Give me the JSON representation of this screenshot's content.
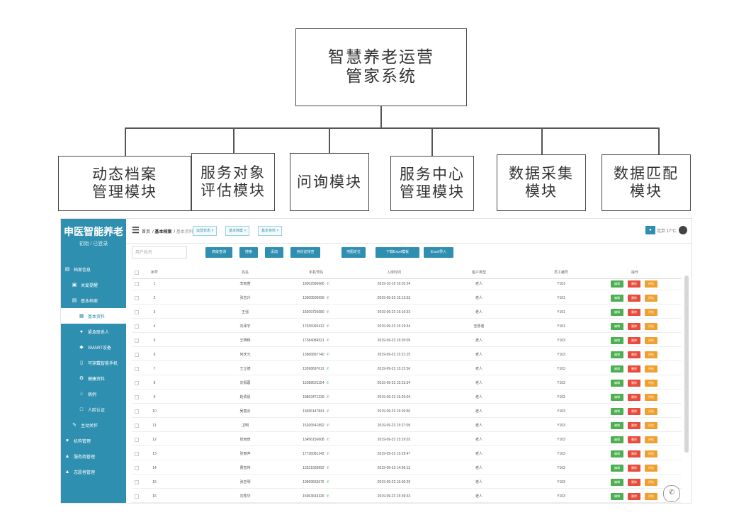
{
  "diagram": {
    "root": "智慧养老运营\n管家系统",
    "modules": [
      "动态档案\n管理模块",
      "服务对象\n评估模块",
      "问询模块",
      "服务中心\n管理模块",
      "数据采集\n模块",
      "数据匹配\n模块"
    ]
  },
  "screenshot": {
    "brand": "申医智能养老",
    "subbrand": "初始 / 已登录",
    "menu": [
      {
        "icon": "▤",
        "label": "档案信息",
        "level": 0
      },
      {
        "icon": "▣",
        "label": "关爱提醒",
        "level": 1
      },
      {
        "icon": "▤",
        "label": "基本档案",
        "level": 1
      },
      {
        "icon": "▦",
        "label": "基本资料",
        "level": 2,
        "active": true
      },
      {
        "icon": "●",
        "label": "紧急联系人",
        "level": 2
      },
      {
        "icon": "◆",
        "label": "SMART设备",
        "level": 2
      },
      {
        "icon": "▯",
        "label": "可穿戴智能手机",
        "level": 2
      },
      {
        "icon": "⚙",
        "label": "健康资料",
        "level": 2
      },
      {
        "icon": "♤",
        "label": "病例",
        "level": 2
      },
      {
        "icon": "□",
        "label": "人脸认证",
        "level": 2
      },
      {
        "icon": "✎",
        "label": "主动关怀",
        "level": 1
      },
      {
        "icon": "♥",
        "label": "机构管理",
        "level": 0
      },
      {
        "icon": "▲",
        "label": "服务商管理",
        "level": 0
      },
      {
        "icon": "▲",
        "label": "志愿者管理",
        "level": 0
      }
    ],
    "breadcrumb": [
      "首页",
      "基本档案",
      "基本资料"
    ],
    "tabs": [
      "运营状态 ×",
      "基本档案 ×",
      "基本资料 ×"
    ],
    "topright": "北京 17°C",
    "search_placeholder": "用户姓名",
    "buttons": [
      "高级查询",
      "搜索",
      "添加",
      "身份证核查",
      "地图定位",
      "下载Excel模板",
      "Excel导入"
    ],
    "columns": [
      "",
      "序号",
      "姓名",
      "手机号码",
      "入库时间",
      "客户类型",
      "员工编号",
      "操作"
    ],
    "rows": [
      [
        "1",
        "李雨萱",
        "18302586666",
        "2019-10-10 16:02:24",
        "老人",
        "Y101"
      ],
      [
        "2",
        "张志兴",
        "13300506699",
        "2019-09-23 15:13:53",
        "老人",
        "Y101"
      ],
      [
        "3",
        "王强",
        "18209726680",
        "2019-09-23 15:16:33",
        "老人",
        "Y101"
      ],
      [
        "4",
        "刘泽宇",
        "17636093412",
        "2019-09-23 15:19:34",
        "志愿者",
        "Y101"
      ],
      [
        "5",
        "王明辉",
        "17384084521",
        "2019-09-23 15:20:09",
        "老人",
        "Y103"
      ],
      [
        "6",
        "何庆元",
        "13966897740",
        "2019-09-23 15:21:15",
        "老人",
        "Y103"
      ],
      [
        "7",
        "王立德",
        "13598697612",
        "2019-09-23 15:22:56",
        "老人",
        "Y103"
      ],
      [
        "8",
        "刘佩蓉",
        "15389621154",
        "2019-09-23 15:23:34",
        "老人",
        "Y103"
      ],
      [
        "9",
        "赵倩倩",
        "18863471239",
        "2019-09-23 15:26:04",
        "老人",
        "Y103"
      ],
      [
        "10",
        "吴丽云",
        "13456147841",
        "2019-09-23 15:26:50",
        "老人",
        "Y103"
      ],
      [
        "11",
        "卫明",
        "15266541892",
        "2019-09-23 15:27:09",
        "老人",
        "Y103"
      ],
      [
        "12",
        "张雨琦",
        "13456156608",
        "2019-09-23 15:29:03",
        "老人",
        "Y103"
      ],
      [
        "13",
        "张丽萍",
        "17736081242",
        "2019-09-23 15:29:47",
        "老人",
        "Y103"
      ],
      [
        "14",
        "曹智伟",
        "13321569892",
        "2019-09-23 14:56:13",
        "老人",
        "Y103"
      ],
      [
        "15",
        "张志明",
        "13969663676",
        "2019-09-23 15:30:29",
        "老人",
        "Y103"
      ],
      [
        "16",
        "刘秀华",
        "15963643326",
        "2019-09-23 15:39:33",
        "老人",
        "Y103"
      ]
    ],
    "actions": [
      "编辑",
      "删除",
      "评估"
    ],
    "colors": {
      "sidebar": "#2f8fb0",
      "edit": "#4caf50",
      "delete": "#e74c3c",
      "assess": "#f0a030"
    }
  }
}
